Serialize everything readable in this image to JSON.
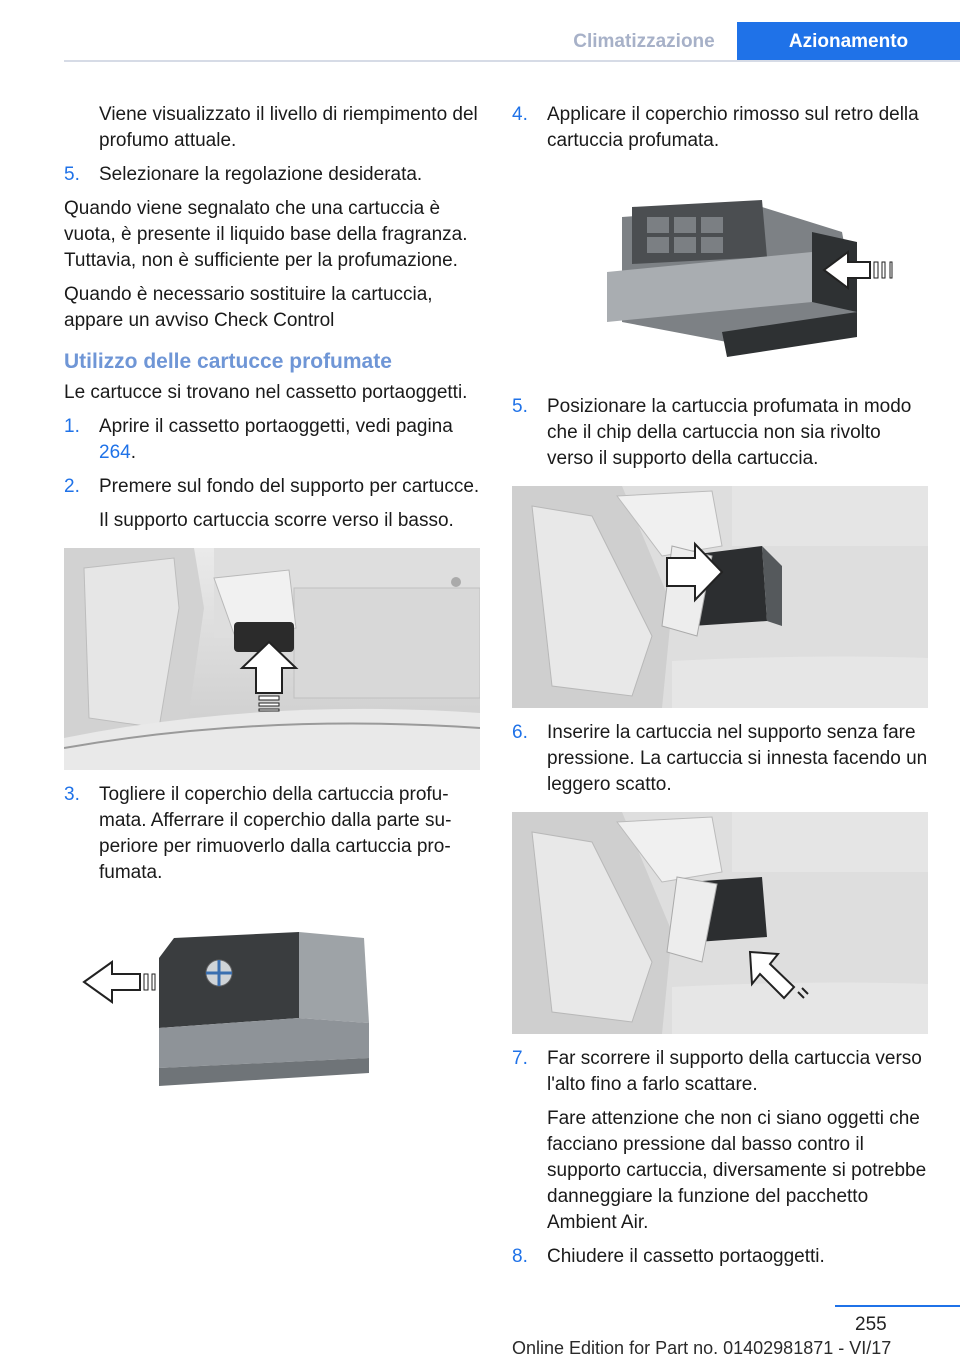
{
  "header": {
    "section_tab": "Climatizzazione",
    "active_tab": "Azionamento"
  },
  "left": {
    "cont_text": "Viene visualizzato il livello di riempimento del profumo attuale.",
    "step5_num": "5.",
    "step5_text": "Selezionare la regolazione desiderata.",
    "para1": "Quando viene segnalato che una cartuccia è vuota, è presente il liquido base della fra­granza. Tuttavia, non è sufficiente per la profu­mazione.",
    "para2": "Quando è necessario sostituire la cartuccia, appare un avviso Check Control",
    "heading": "Utilizzo delle cartucce profumate",
    "intro": "Le cartucce si trovano nel cassetto portaog­getti.",
    "step1_num": "1.",
    "step1_text": "Aprire il cassetto portaoggetti, vedi pa­gina ",
    "step1_link": "264",
    "step1_end": ".",
    "step2_num": "2.",
    "step2_text": "Premere sul fondo del supporto per car­tucce.",
    "step2_sub": "Il supporto cartuccia scorre verso il basso.",
    "step3_num": "3.",
    "step3_text": "Togliere il coperchio della cartuccia profu­mata. Afferrare il coperchio dalla parte su­periore per rimuoverlo dalla cartuccia pro­fumata."
  },
  "right": {
    "step4_num": "4.",
    "step4_text": "Applicare il coperchio rimosso sul retro della cartuccia profumata.",
    "step5_num": "5.",
    "step5_text": "Posizionare la cartuccia profumata in modo che il chip della cartuccia non sia rivolto verso il supporto della cartuccia.",
    "step6_num": "6.",
    "step6_text": "Inserire la cartuccia nel supporto senza fare pressione. La cartuccia si innesta fa­cendo un leggero scatto.",
    "step7_num": "7.",
    "step7_text": "Far scorrere il supporto della cartuccia verso l'alto fino a farlo scattare.",
    "step7_sub": "Fare attenzione che non ci siano oggetti che facciano pressione dal basso contro il supporto cartuccia, diversamente si po­trebbe danneggiare la funzione del pac­chetto Ambient Air.",
    "step8_num": "8.",
    "step8_text": "Chiudere il cassetto portaoggetti."
  },
  "footer": {
    "page_number": "255",
    "edition": "Online Edition for Part no. 01402981871 - VI/17"
  },
  "colors": {
    "accent": "#1f72e8",
    "heading": "#6f96d6",
    "tab_inactive": "#a7b1c8"
  }
}
